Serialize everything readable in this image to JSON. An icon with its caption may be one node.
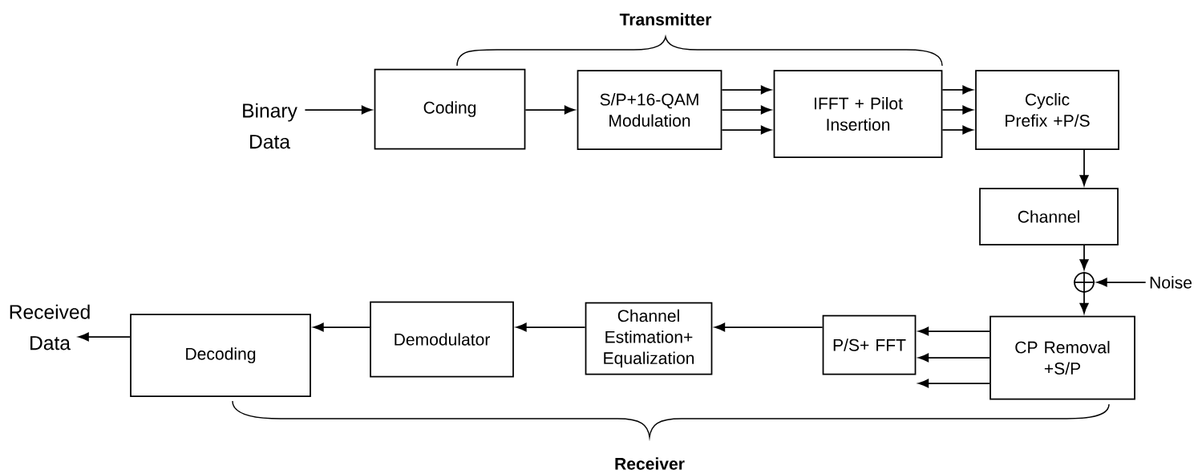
{
  "diagram": {
    "nodes": [
      {
        "text": [
          "Binary Data"
        ]
      },
      {
        "text": [
          "Coding"
        ]
      },
      {
        "text": [
          "S/P+16-QAM Modulation"
        ]
      },
      {
        "text": [
          "IFFT + Pilot Insertion"
        ]
      },
      {
        "text": [
          "Cyclic Prefix +P/S"
        ]
      },
      {
        "text": [
          "Channel"
        ]
      },
      {
        "text": [],
        "shape": "circle"
      },
      {
        "text": [
          "Noise"
        ]
      },
      {
        "text": [
          "CP Removal +S/P"
        ]
      },
      {
        "text": [
          "P/S+ FFT"
        ]
      },
      {
        "text": [
          "Channel Estimation+ Equalization"
        ]
      },
      {
        "text": [
          "Demodulator"
        ]
      },
      {
        "text": [
          "Decoding"
        ]
      },
      {
        "text": [
          "Received Data"
        ]
      }
    ],
    "edges": [
      {
        "from": 0,
        "to": 1,
        "arrow": "to"
      },
      {
        "from": 1,
        "to": 2,
        "arrow": "to"
      },
      {
        "from": 2,
        "to": 3,
        "arrow": "to"
      },
      {
        "from": 2,
        "to": 3,
        "arrow": "to"
      },
      {
        "from": 2,
        "to": 3,
        "arrow": "to"
      },
      {
        "from": 3,
        "to": 4,
        "arrow": "to"
      },
      {
        "from": 3,
        "to": 4,
        "arrow": "to"
      },
      {
        "from": 3,
        "to": 4,
        "arrow": "to"
      },
      {
        "from": 4,
        "to": 5,
        "arrow": "to"
      },
      {
        "from": 5,
        "to": 6,
        "arrow": "to"
      },
      {
        "from": 7,
        "to": 6,
        "arrow": "to"
      },
      {
        "from": 6,
        "to": 8,
        "arrow": "to"
      },
      {
        "from": 8,
        "to": 9,
        "arrow": "to"
      },
      {
        "from": 8,
        "to": 9,
        "arrow": "to"
      },
      {
        "from": 8,
        "to": 9,
        "arrow": "to"
      },
      {
        "from": 9,
        "to": 10,
        "arrow": "to"
      },
      {
        "from": 10,
        "to": 11,
        "arrow": "to"
      },
      {
        "from": 11,
        "to": 12,
        "arrow": "to"
      },
      {
        "from": 12,
        "to": 13,
        "arrow": "to"
      }
    ],
    "labels": [
      "Transmitter",
      "Receiver"
    ]
  }
}
